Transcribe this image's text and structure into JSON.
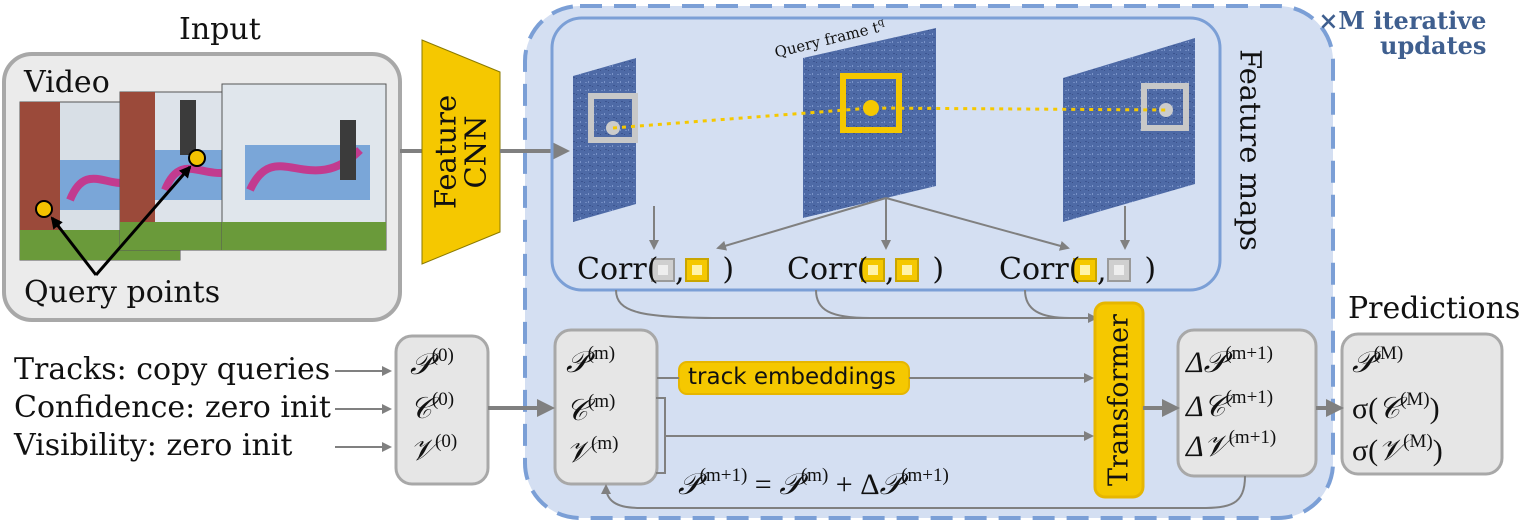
{
  "input": {
    "title": "Input",
    "video_label": "Video",
    "query_points_label": "Query points"
  },
  "feature_cnn": {
    "line1": "Feature",
    "line2": "CNN"
  },
  "feature_maps": {
    "label": "Feature maps",
    "query_frame_label": "Query frame t",
    "query_frame_sup": "q"
  },
  "iterative_note": {
    "line1": "×M iterative",
    "line2": "updates"
  },
  "corr": {
    "label": "Corr",
    "items": [
      "Corr( , )",
      "Corr( , )",
      "Corr( , )"
    ]
  },
  "tracks_inputs": [
    {
      "text": "Tracks: copy queries"
    },
    {
      "text": "Confidence: zero init"
    },
    {
      "text": "Visibility: zero init"
    }
  ],
  "init_box": {
    "rows": [
      {
        "sym": "𝒫",
        "sup": "(0)"
      },
      {
        "sym": "𝒞",
        "sup": "(0)"
      },
      {
        "sym": "𝒱",
        "sup": "(0)"
      }
    ]
  },
  "state_box": {
    "rows": [
      {
        "sym": "𝒫",
        "sup": "(m)"
      },
      {
        "sym": "𝒞",
        "sup": "(m)"
      },
      {
        "sym": "𝒱",
        "sup": "(m)"
      }
    ]
  },
  "track_embeddings": "track embeddings",
  "transformer": "Transformer",
  "delta_box": {
    "rows": [
      {
        "sym": "Δ𝒫",
        "sup": "(m+1)"
      },
      {
        "sym": "Δ𝒞",
        "sup": "(m+1)"
      },
      {
        "sym": "Δ𝒱",
        "sup": "(m+1)"
      }
    ]
  },
  "update_eq": {
    "lhs": "𝒫",
    "lhs_sup": "(m+1)",
    "eq": " = ",
    "mid": "𝒫",
    "mid_sup": "(m)",
    "plus": " + Δ",
    "rhs": "𝒫",
    "rhs_sup": "(m+1)"
  },
  "predictions": {
    "title": "Predictions",
    "rows": [
      {
        "pre": "",
        "sym": "𝒫",
        "sup": "(M)",
        "post": ""
      },
      {
        "pre": "σ(",
        "sym": "𝒞",
        "sup": "(M)",
        "post": ")"
      },
      {
        "pre": "σ(",
        "sym": "𝒱",
        "sup": "(M)",
        "post": ")"
      }
    ]
  },
  "colors": {
    "accent_yellow": "#f5c800",
    "query_point": "#f2c200",
    "blue_region": "#d4dff2",
    "blue_border": "#7b9fd6",
    "gray_box": "#e6e6e6",
    "gray_border": "#a8a8a8",
    "arrow_gray": "#808080",
    "feature_map": "#4e6aa6",
    "note_color": "#3f5f8f"
  }
}
